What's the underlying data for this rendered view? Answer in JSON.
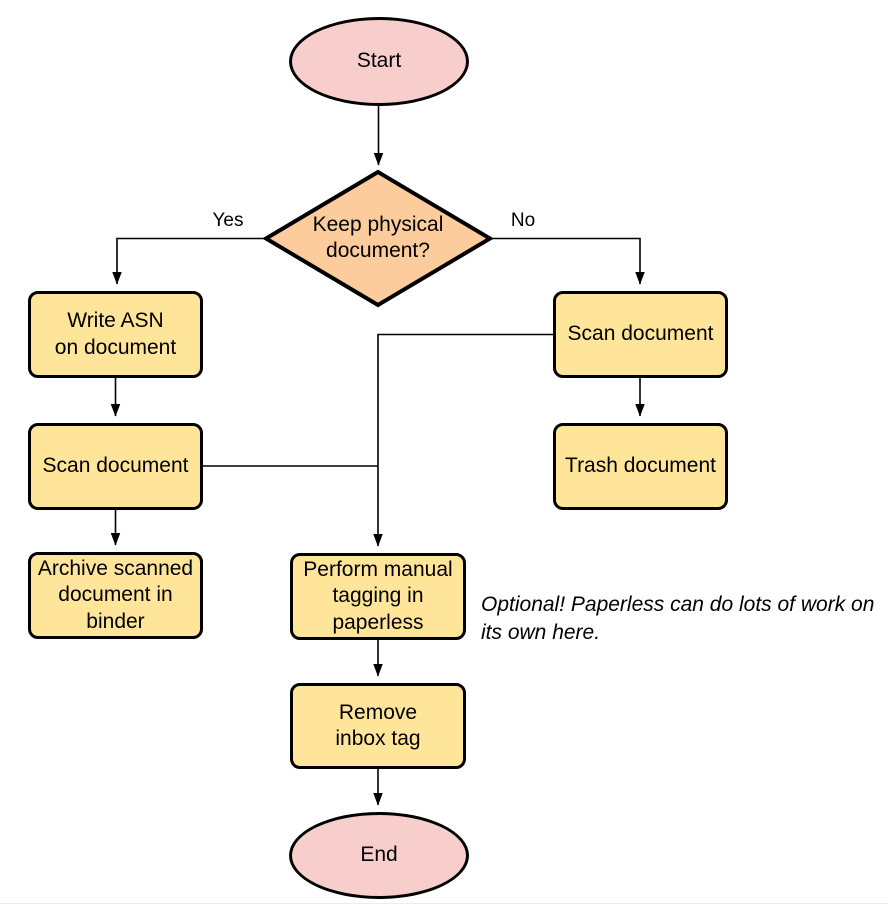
{
  "colors": {
    "bg": "#ffffff",
    "stroke": "#000000",
    "text": "#000000",
    "process-fill": "#ffe599",
    "decision-fill": "#fdcc9d",
    "terminator-fill": "#f8cecc",
    "divider": "#f1ecec"
  },
  "nodes": {
    "start": {
      "label": "Start"
    },
    "decision": {
      "label": "Keep physical\ndocument?"
    },
    "write_asn": {
      "label": "Write ASN\non document"
    },
    "scan_left": {
      "label": "Scan document"
    },
    "archive": {
      "label": "Archive scanned\ndocument in\nbinder"
    },
    "scan_right": {
      "label": "Scan document"
    },
    "trash": {
      "label": "Trash document"
    },
    "tagging": {
      "label": "Perform manual\ntagging in\npaperless"
    },
    "remove_inbox": {
      "label": "Remove\ninbox tag"
    },
    "end": {
      "label": "End"
    }
  },
  "edge_labels": {
    "yes": "Yes",
    "no": "No"
  },
  "annotation": {
    "text": "Optional! Paperless can do lots of work on\nits own here."
  }
}
